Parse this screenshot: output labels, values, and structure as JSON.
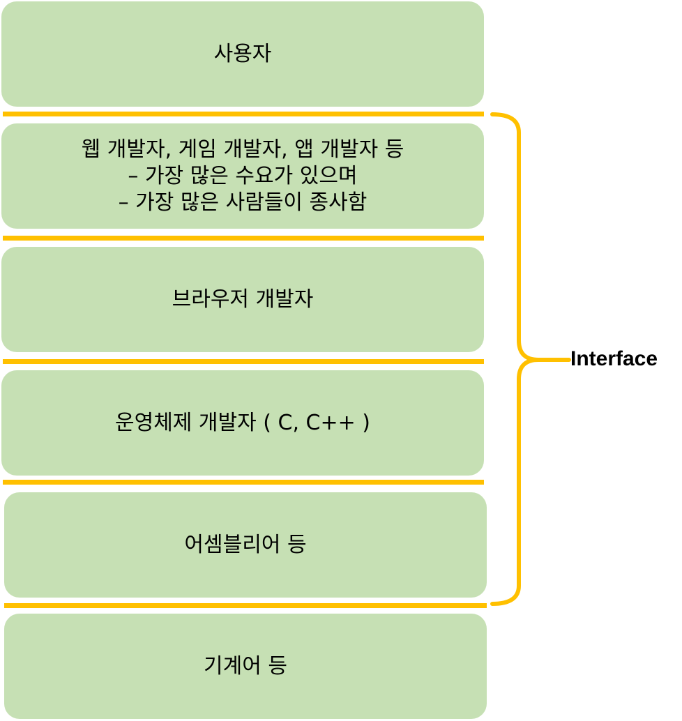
{
  "layers": [
    {
      "label": "사용자"
    },
    {
      "lines": [
        "웹 개발자, 게임 개발자, 앱 개발자 등",
        "– 가장 많은 수요가 있으며",
        "– 가장 많은 사람들이 종사함"
      ]
    },
    {
      "label": "브라우저 개발자"
    },
    {
      "label": "운영체제 개발자 ( C, C++ )"
    },
    {
      "label": "어셈블리어 등"
    },
    {
      "label": "기계어 등"
    }
  ],
  "bracket": {
    "label": "Interface",
    "color": "#ffc000"
  },
  "colors": {
    "box_fill": "#c6e0b4",
    "divider": "#ffc000"
  }
}
